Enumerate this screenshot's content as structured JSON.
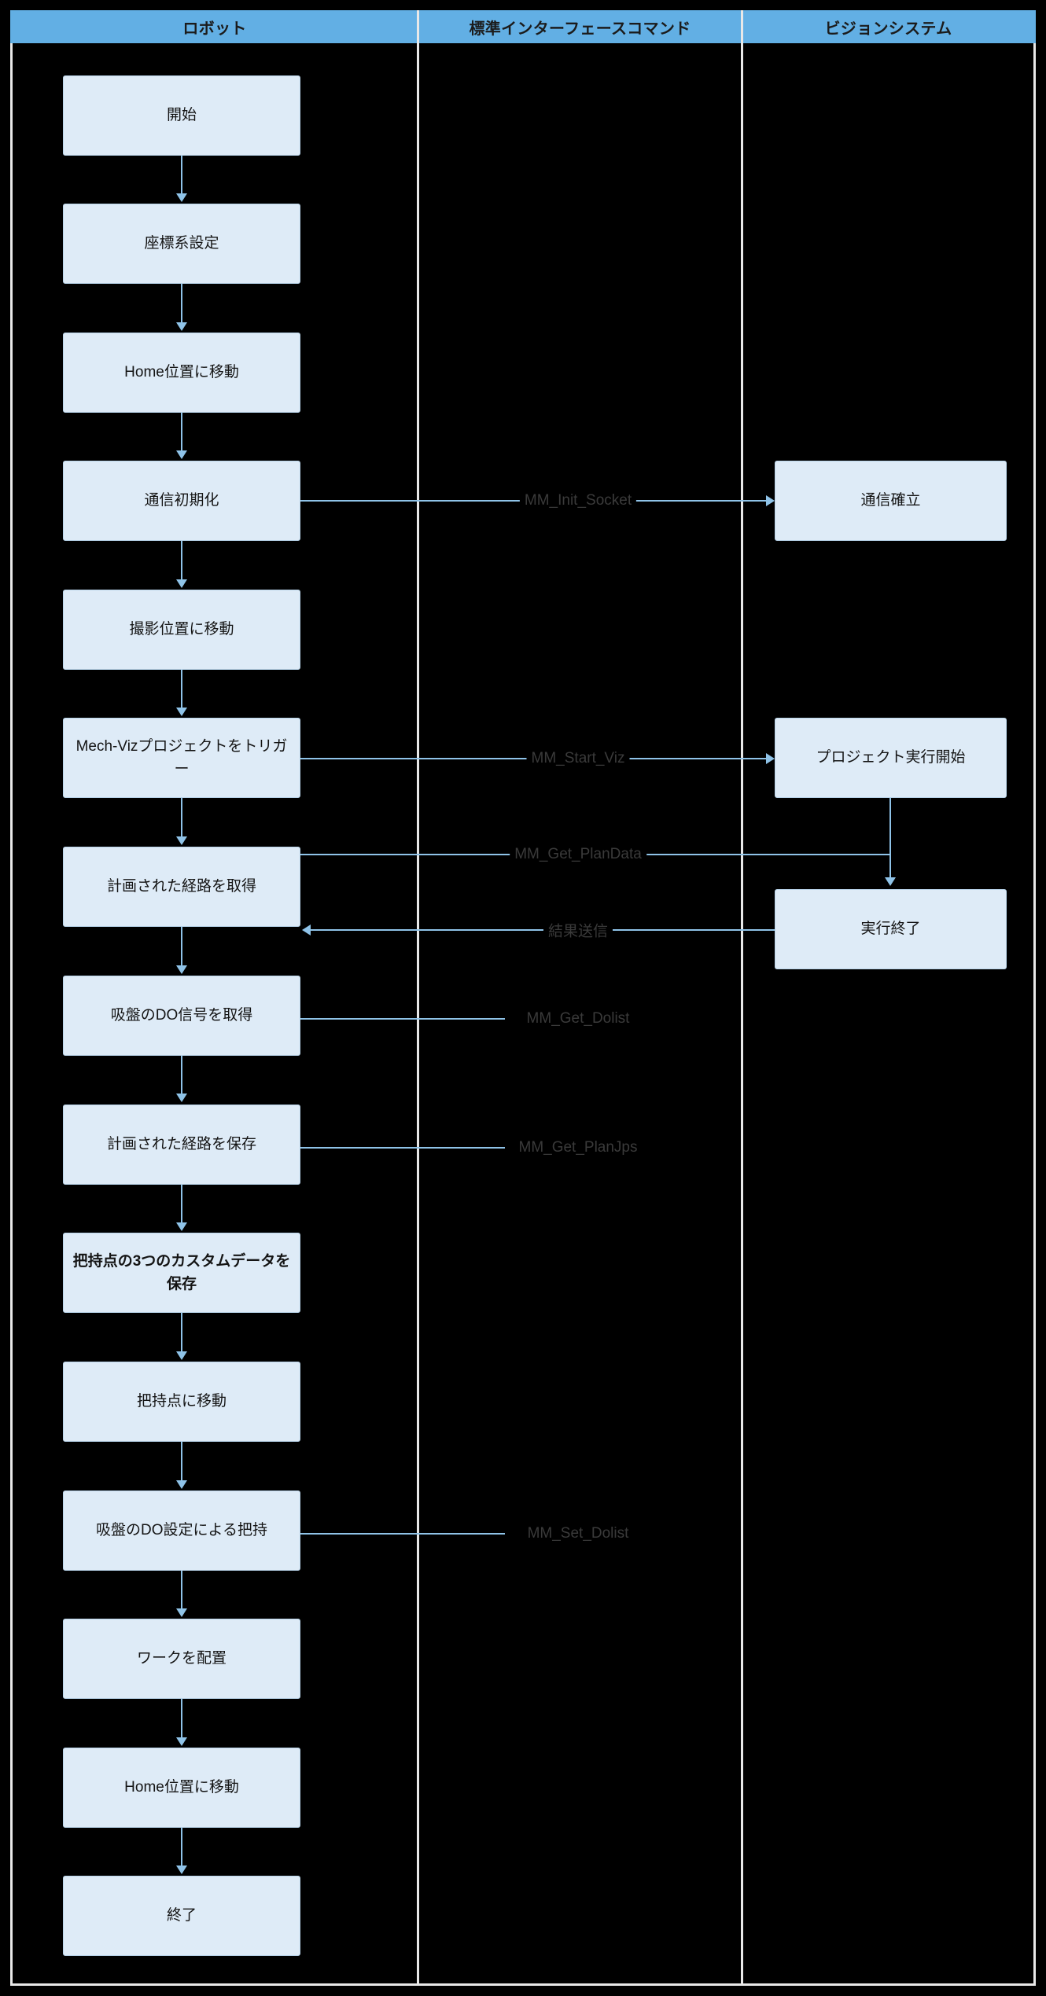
{
  "diagram": {
    "title_lanes": [
      {
        "id": "robot",
        "label": "ロボット"
      },
      {
        "id": "standard-interface-commands",
        "label": "標準インターフェースコマンド"
      },
      {
        "id": "vision-system",
        "label": "ビジョンシステム"
      }
    ],
    "colors": {
      "header_fill": "#62AFE4",
      "node_fill": "#DEEBF7",
      "node_border": "#B9D4EA",
      "connector": "#8FC3E8",
      "background": "#000000",
      "lane_divider": "#E8E8E8",
      "text": "#141414",
      "label_text": "#3A3A3A"
    },
    "robot_steps": [
      {
        "id": "start",
        "label": "開始",
        "bold": false
      },
      {
        "id": "set-coordinate-system",
        "label": "座標系設定",
        "bold": false
      },
      {
        "id": "move-to-home-1",
        "label": "Home位置に移動",
        "bold": false
      },
      {
        "id": "init-communication",
        "label": "通信初期化",
        "bold": false
      },
      {
        "id": "move-to-capture-position",
        "label": "撮影位置に移動",
        "bold": false
      },
      {
        "id": "trigger-mech-viz-project",
        "label": "Mech-Vizプロジェクトをトリガー",
        "bold": false
      },
      {
        "id": "get-planned-path",
        "label": "計画された経路を取得",
        "bold": false
      },
      {
        "id": "get-suction-do-signal",
        "label": "吸盤のDO信号を取得",
        "bold": false
      },
      {
        "id": "save-planned-path",
        "label": "計画された経路を保存",
        "bold": false
      },
      {
        "id": "save-three-custom-data",
        "label": "把持点の3つのカスタムデータを保存",
        "bold": true
      },
      {
        "id": "move-to-pick-point",
        "label": "把持点に移動",
        "bold": false
      },
      {
        "id": "pick-with-suction-do",
        "label": "吸盤のDO設定による把持",
        "bold": false
      },
      {
        "id": "place-workpiece",
        "label": "ワークを配置",
        "bold": false
      },
      {
        "id": "move-to-home-2",
        "label": "Home位置に移動",
        "bold": false
      },
      {
        "id": "end",
        "label": "終了",
        "bold": false
      }
    ],
    "vision_steps": [
      {
        "id": "communication-established",
        "label": "通信確立"
      },
      {
        "id": "project-execution-start",
        "label": "プロジェクト実行開始"
      },
      {
        "id": "execution-finished",
        "label": "実行終了"
      }
    ],
    "messages": [
      {
        "id": "mm-init-socket",
        "label": "MM_Init_Socket",
        "direction": "right"
      },
      {
        "id": "mm-start-viz",
        "label": "MM_Start_Viz",
        "direction": "right"
      },
      {
        "id": "mm-get-plandata",
        "label": "MM_Get_PlanData",
        "direction": "right"
      },
      {
        "id": "send-result",
        "label": "結果送信",
        "direction": "left"
      },
      {
        "id": "mm-get-dolist",
        "label": "MM_Get_Dolist",
        "direction": "none"
      },
      {
        "id": "mm-get-planjps",
        "label": "MM_Get_PlanJps",
        "direction": "none"
      },
      {
        "id": "mm-set-dolist",
        "label": "MM_Set_Dolist",
        "direction": "none"
      }
    ]
  }
}
